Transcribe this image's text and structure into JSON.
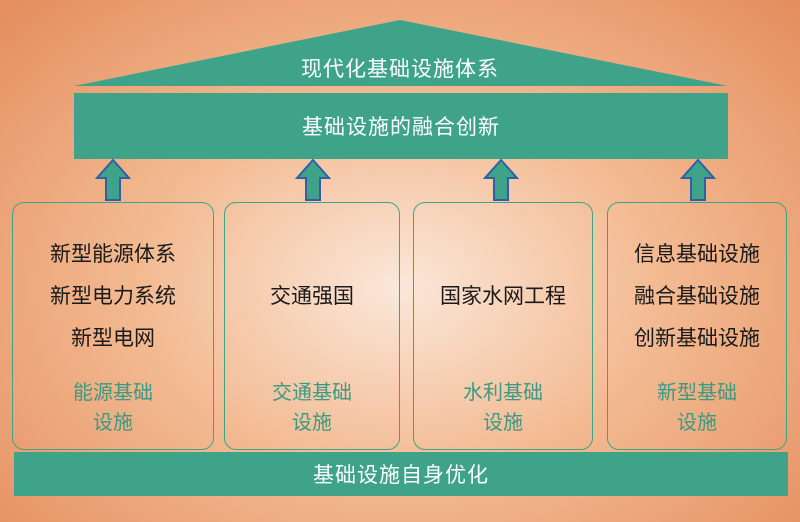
{
  "roof_title": "现代化基础设施体系",
  "integration_band": "基础设施的融合创新",
  "pillars": [
    {
      "items": [
        "新型能源体系",
        "新型电力系统",
        "新型电网"
      ],
      "label": "能源基础\n设施"
    },
    {
      "items": [
        "交通强国"
      ],
      "label": "交通基础\n设施"
    },
    {
      "items": [
        "国家水网工程"
      ],
      "label": "水利基础\n设施"
    },
    {
      "items": [
        "信息基础设施",
        "融合基础设施",
        "创新基础设施"
      ],
      "label": "新型基础\n设施"
    }
  ],
  "base_band": "基础设施自身优化",
  "colors": {
    "teal": "#3fa38a",
    "arrow_outline": "#2f5fa8",
    "label_text": "#3a9a82"
  }
}
